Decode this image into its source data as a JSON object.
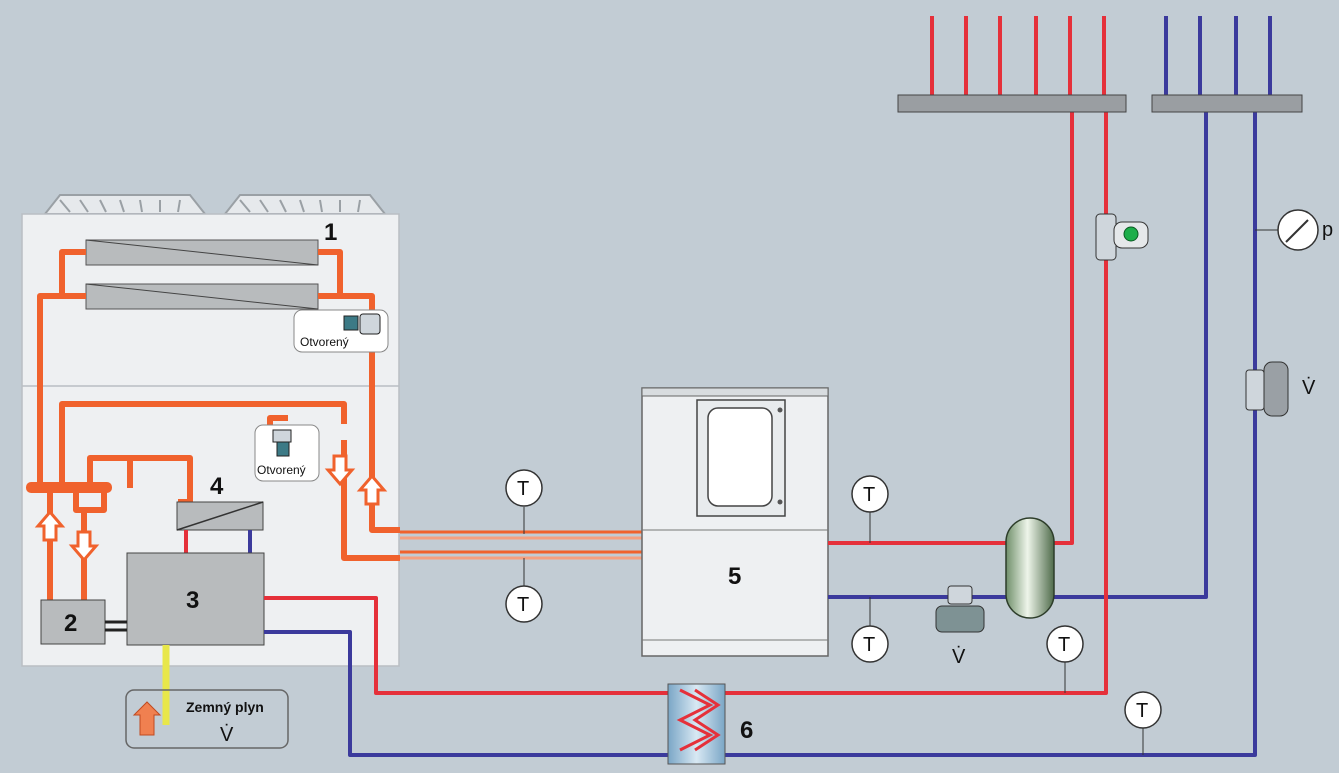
{
  "labels": {
    "unit_1": "1",
    "unit_2": "2",
    "unit_3": "3",
    "unit_4": "4",
    "unit_5": "5",
    "unit_6": "6",
    "valve_upper": "Otvorený",
    "valve_lower": "Otvorený",
    "gas_label": "Zemný plyn",
    "flow_symbol": "V̇",
    "temp_symbol": "T",
    "pressure_symbol": "p"
  },
  "colors": {
    "background": "#c2ccd4",
    "refrigerant": "#f0622d",
    "hot_water": "#e5303a",
    "cold_water": "#3b3a9c",
    "gas_line": "#e8e74a",
    "unit_panel": "#eef0f2",
    "component": "#b8bbbd"
  }
}
